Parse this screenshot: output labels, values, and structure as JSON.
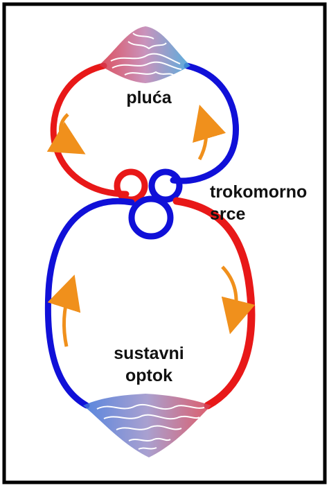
{
  "labels": {
    "lungs": "pluća",
    "heart_line1": "trokomorno",
    "heart_line2": "srce",
    "systemic_line1": "sustavni",
    "systemic_line2": "optok"
  },
  "colors": {
    "oxygenated": "#e81818",
    "deoxygenated": "#1010d8",
    "arrow": "#f0901c",
    "frame": "#000000",
    "capillary_red": "#e06070",
    "capillary_blue": "#60a8d8"
  },
  "icons": {
    "flow_arrow": "curved-arrow"
  }
}
